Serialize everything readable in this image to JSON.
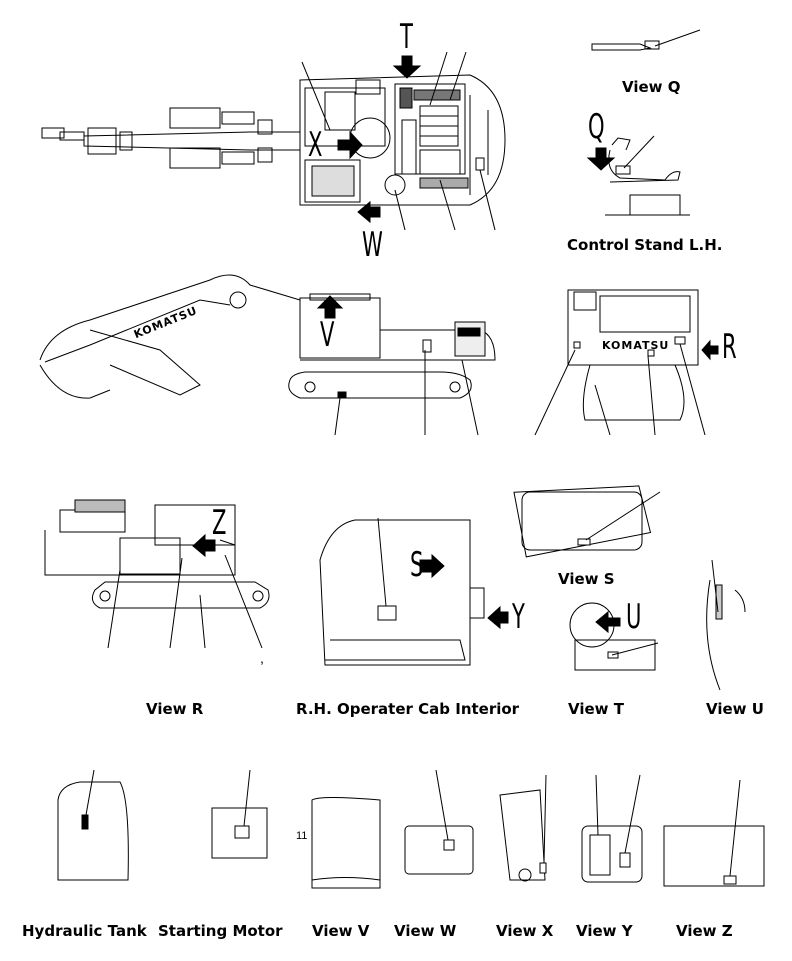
{
  "captions": {
    "view_q": "View Q",
    "control_stand": "Control Stand L.H.",
    "view_s": "View S",
    "view_r": "View R",
    "cab_interior": "R.H. Operater Cab Interior",
    "view_t": "View T",
    "view_u": "View U",
    "hydraulic_tank": "Hydraulic Tank",
    "starting_motor": "Starting Motor",
    "view_v": "View V",
    "view_w": "View W",
    "view_x": "View X",
    "view_y": "View Y",
    "view_z": "View Z"
  },
  "arrow_letters": {
    "t": "T",
    "x": "X",
    "w": "W",
    "q": "Q",
    "v": "V",
    "r": "R",
    "z": "Z",
    "s": "S",
    "y": "Y",
    "u": "U"
  },
  "marks": {
    "eleven": "11",
    "comma": ","
  },
  "logo_text": "KOMATSU"
}
